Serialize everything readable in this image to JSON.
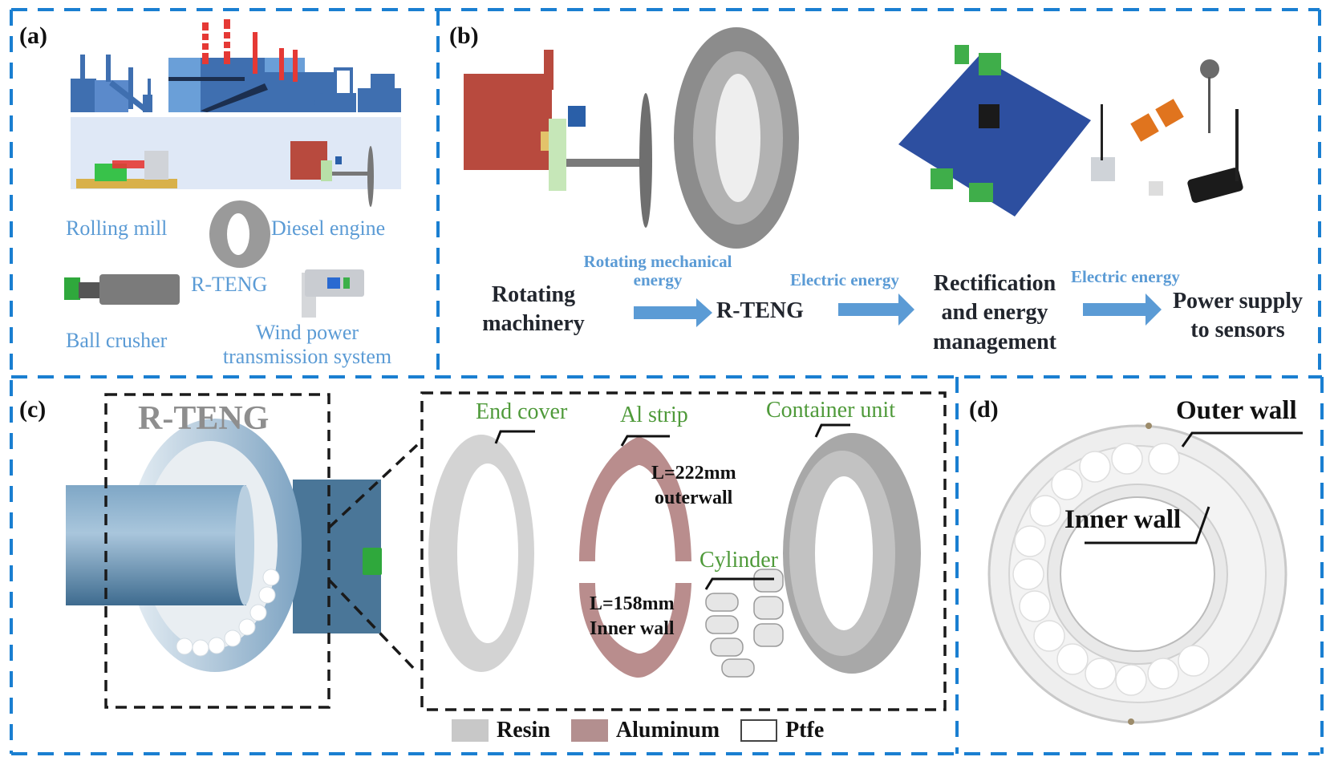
{
  "figure": {
    "border_color": "#1a7fd1",
    "panels": {
      "a": {
        "label": "(a)",
        "applications": {
          "rolling_mill": "Rolling mill",
          "diesel_engine": "Diesel engine",
          "rteng": "R-TENG",
          "ball_crusher": "Ball crusher",
          "wind_power_line1": "Wind power",
          "wind_power_line2": "transmission system"
        }
      },
      "b": {
        "label": "(b)",
        "flow": {
          "step1_line1": "Rotating",
          "step1_line2": "machinery",
          "arrow1_line1": "Rotating mechanical",
          "arrow1_line2": "energy",
          "step2": "R-TENG",
          "arrow2": "Electric energy",
          "step3_line1": "Rectification",
          "step3_line2": "and energy",
          "step3_line3": "management",
          "arrow3": "Electric energy",
          "step4_line1": "Power supply",
          "step4_line2": "to sensors"
        }
      },
      "c": {
        "label": "(c)",
        "device_title": "R-TENG",
        "parts": {
          "end_cover": "End cover",
          "al_strip": "Al strip",
          "container_unit": "Container unit",
          "cylinder": "Cylinder",
          "outer_len_line1": "L=222mm",
          "outer_len_line2": "outerwall",
          "inner_len_line1": "L=158mm",
          "inner_len_line2": "Inner wall"
        },
        "legend": [
          {
            "label": "Resin",
            "color": "#c8c8c8"
          },
          {
            "label": "Aluminum",
            "color": "#b38f8f"
          },
          {
            "label": "Ptfe",
            "color": "#ffffff"
          }
        ]
      },
      "d": {
        "label": "(d)",
        "outer_wall": "Outer wall",
        "inner_wall": "Inner wall"
      }
    }
  }
}
